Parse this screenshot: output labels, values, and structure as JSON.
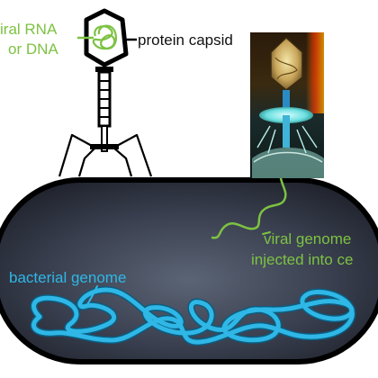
{
  "labels": {
    "viral_rna_line1": "iral RNA",
    "viral_rna_line2": "or DNA",
    "protein_capsid": "protein capsid",
    "viral_genome_line1": "viral genome",
    "viral_genome_line2": "injected into ce",
    "bacterial_genome": "bacterial genome"
  },
  "colors": {
    "viral_genome": "#7dc242",
    "bacterial_genome": "#2fb7e6",
    "cell_fill": "#2b2f3d",
    "cell_outline": "#000000",
    "phage_outline": "#000000",
    "background": "#ffffff"
  },
  "photo": {
    "description_icon": "bacteriophage-photo"
  }
}
